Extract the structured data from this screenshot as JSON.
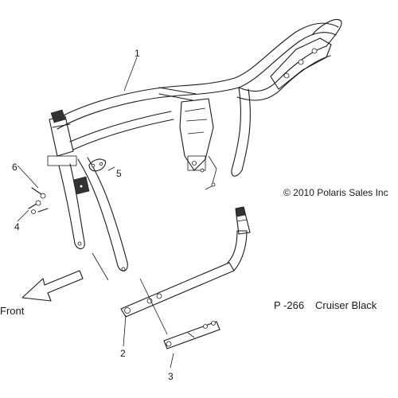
{
  "callouts": {
    "c1": "1",
    "c2": "2",
    "c3": "3",
    "c4": "4",
    "c5": "5",
    "c6": "6"
  },
  "copyright": "© 2010 Polaris Sales Inc",
  "direction_label": "Front",
  "page_code": "P -266",
  "model_name": "Cruiser Black"
}
